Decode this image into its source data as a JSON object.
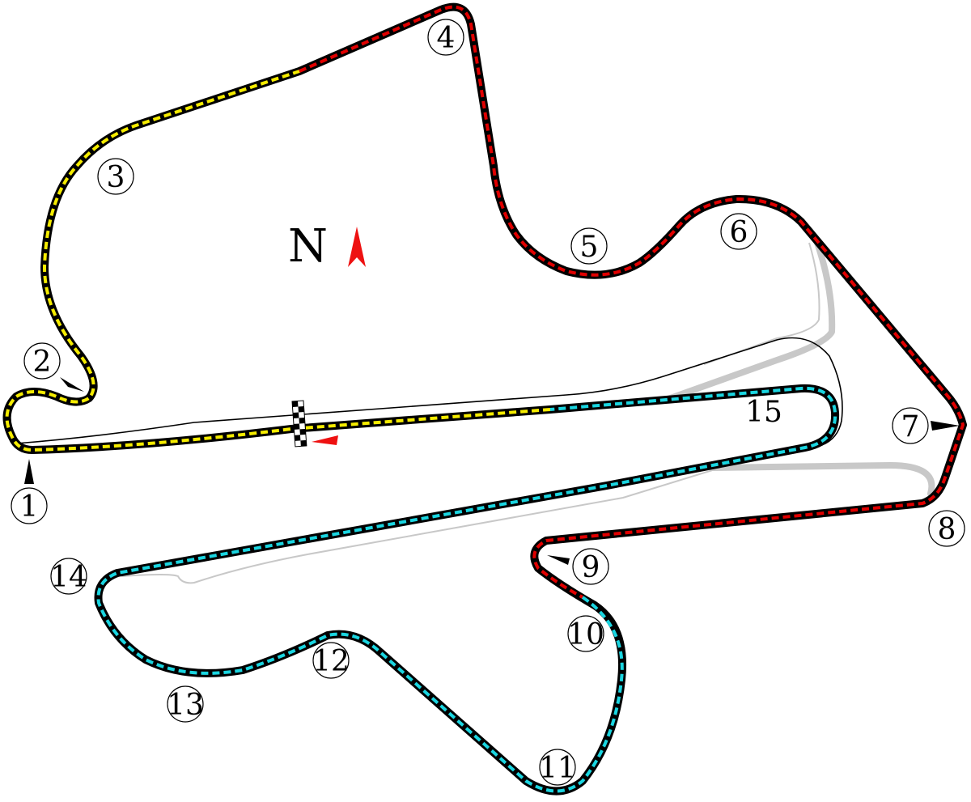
{
  "map": {
    "compass": {
      "label": "N",
      "arrow_color": "#ee1111"
    },
    "corners": [
      "1",
      "2",
      "3",
      "4",
      "5",
      "6",
      "7",
      "8",
      "9",
      "10",
      "11",
      "12",
      "13",
      "14",
      "15"
    ],
    "sector_colors": {
      "sector_1": "#f5ec00",
      "sector_2": "#e00000",
      "sector_3": "#1ad5e0"
    },
    "track_color": "#000000",
    "start_finish": "checkered-flag",
    "direction_arrow_color": "#ee1111"
  }
}
